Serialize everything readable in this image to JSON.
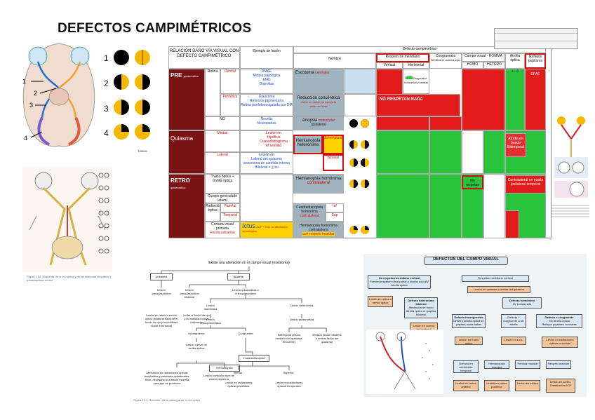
{
  "title": "DEFECTOS CAMPIMÉTRICOS",
  "figure_small_label": "T/99/09",
  "numbers": [
    "1",
    "2",
    "3",
    "4"
  ],
  "brain_labels": [
    "1",
    "2",
    "3",
    "4"
  ],
  "table": {
    "header_left": "RELACIÓN DAÑO VÍA VISUAL CON DEFECTO CAMPIMÉTRICO",
    "col_ejemplo": "Ejemplo de lesión",
    "col_defecto": "Defecto campimétrico",
    "col_nombre": "Nombre",
    "col_respeto": "Respeto de meridiano",
    "col_vertical": "Vertical",
    "col_horizontal": "Horizontal",
    "col_congruencia": "Congruencia",
    "col_congruencia_sub": "Similitud en ambos ojos",
    "col_campo": "Campo visual - ROMMA",
    "col_homo": "HOMO",
    "col_hetero": "HETERO",
    "col_atrofia": "Atrofia óptica",
    "col_reflejos": "Reflejos pupilares",
    "row_pre": "PRE",
    "row_pre_sub": "quiasmático",
    "row_quiasma": "Quiasma",
    "row_retro": "RETRO",
    "row_retro_sub": "quiasmático",
    "retina": "Retina",
    "central": "Central",
    "periferica": "Periférica",
    "no": "NO",
    "medial": "Medial",
    "lateral": "Lateral",
    "tracto": "Tracto óptico + cintilla óptica",
    "cuerpo": "Cuerpo geniculado lateral",
    "radiacion": "Radiación óptica",
    "parietal": "Parietal",
    "temporal": "Temporal",
    "corteza": "Corteza visual primaria",
    "cisura": "Fisura calcarina",
    "ex_central": "DMAE\nMiopía patológica\nEMD\nDistrofias",
    "ex_periferica": "Glaucoma\nRetinosis pigmentaria\nRetina panfotocoagulada por DM",
    "ex_no": "Neuritis\nNeuropatías",
    "ex_medial": "Lesión en\nHipófisis\nCraneofaringioma\nM sel/silla",
    "ex_lateral": "Lesión en\nLateral del quiasma\naneurisma de carótida interna\nBilateral = ¿Iso",
    "ex_corteza": "Ictus",
    "ex_corteza_sub": "ACP + Nec se afectación neurológica",
    "n_escotoma": "Escotoma",
    "n_escotoma_sub": "centrales",
    "n_reduccion": "Reducción concéntrica",
    "n_reduccion_sub": "visión en cañón de escopeta\nvisión en túnel",
    "n_anopsia": "Anopsia",
    "n_anopsia_colored": "monocular",
    "n_anopsia_sub": "ipsilateral",
    "n_hemianopsia_het": "Hemianopsia heterónima",
    "n_bitemporal": "Bi temporal",
    "n_binasal": "Binasal",
    "n_hemianopsia_hom": "Hemianopsia homónima",
    "n_contralateral": "contralateral",
    "n_cuadrant": "Cuadrantanopsia homónima",
    "n_inf": "Inf",
    "n_sup": "Sup",
    "n_hemi_macular": "Hemianopsia homónima contralateral",
    "n_hemi_macular_sub": "con respeto macular",
    "no_respetan": "NO RESPETAN NADA",
    "respetan_h_note": "Respeta el horizontal y central",
    "dnae": "DPAE",
    "atrofia_note": "+ - ó",
    "quiasma_red_note": "Atrofia en banda",
    "quiasma_red_sub": "Bitemporal",
    "retro_green_note": "No respetan (mac)",
    "contralateral_red": "Contralateral en pupila",
    "ipsi_red": "Ipsilateral temporal"
  },
  "flow_left": {
    "root": "Existe una alteración en el campo visual (escotoma)",
    "unilateral": "Unilateral",
    "bilateral": "Bilateral",
    "lesion_pre": "Lesión prequiasmática",
    "lesion_pre_bilat": "Lesión prequiasmática bilateral",
    "lesion_quiasm_retro": "Lesión quiasmática o retroquiasmática",
    "lesion_retina": "Lesión en retina o nervio óptico (bilateral siempre el fondo de ojo y la motilidad ocular intrínseca)",
    "isolar": "Isolar el fondo de ojo y la motilidad ocular intrínseca",
    "homonima": "Lesión homónima",
    "heteronima": "Lesión heterónima",
    "retroquiasmatica": "Lesión retroquiasmática",
    "quiasmatica": "Lesión quiasmática",
    "incongruente": "Incongruente",
    "congruente": "Congruente",
    "bitemporal": "Bitemporal (lesión medial en el quiasma; frecuente)",
    "binasal": "Binasal (lesión bilateral a ambos lados del quiasma)",
    "cintilla": "Lesión a nivel de cintilla óptica",
    "hemianopsia": "Hemianopsia",
    "cuadrantanopsia": "Cuadrantanopsia",
    "afectacion": "Afectación de radiaciones ópticas temporales y parietales ipsilaterales. Raro, necesario una lesión extensa para que se produzca",
    "cortical": "Lesión cortical a nivel de cisura calcarina",
    "inferior": "Inferior",
    "superior": "Superior",
    "rad_parietales": "Lesión en radiaciones ópticas parietales",
    "rad_temporales": "Lesión en radiaciones ópticas temporales",
    "caption": "Figura 13.3. Resumen de la patología de la vía óptica"
  },
  "figure_left_caption": "Figura 1.12. Esquema de la vía óptica y de los sistemas simpático y parasimpático ocular",
  "flow_right": {
    "title": "DEFECTOS DEL CAMPO VISUAL",
    "no_respetan": "No respetan meridiano vertical",
    "no_respetan_sub": "Pueden respetar el horizontal o disminución AV\nAtrofia óptica",
    "respetan": "Respetan meridiano vertical",
    "lesion_quiasma": "Lesión en quiasma o detrás del quiasma",
    "lesion_retina": "Lesión en retina o nervio óptico",
    "defecto_het": "Defecto heterónimo bilateral",
    "defecto_het_sub": "Afectación de fondo\nAtrofia óptica en papilas\nbilateral",
    "defecto_hom": "Defecto homónimo",
    "defecto_hom_sub": "AV conservada",
    "lesion_cuerpo": "Lesión en cuerpo del quiasma",
    "defecto_incong": "Defecto incongruente",
    "defecto_incong_sub": "DPAR y atrofia óptica en papilas; suele haber síntomas ipsilateral",
    "defecto_cong": "Defecto + congruente o sin atrofia",
    "defecto_muy": "Defecto + congruente",
    "defecto_muy_sub": "Sin atrofia óptica\nReflejos pupilares normales",
    "lesion_tracto": "Lesión en tracto óptico",
    "lesion_cgl": "Lesión en CGL",
    "lesion_rad": "Lesión en radiaciones ópticas o cortical",
    "defecto_sector": "Defecto en sectoriales temporal",
    "hemianopsia": "Hemianopsia macular",
    "perdida": "Pérdida macular",
    "respeto": "Respeto macular",
    "lesion_asa": "Lesión en cortex anterior",
    "lesion_cortex": "Lesión en cortex posterior",
    "lesion_vertice": "Lesión en vértice",
    "lesion_cortex2": "Lesión en cortex. Distribución ACP"
  }
}
